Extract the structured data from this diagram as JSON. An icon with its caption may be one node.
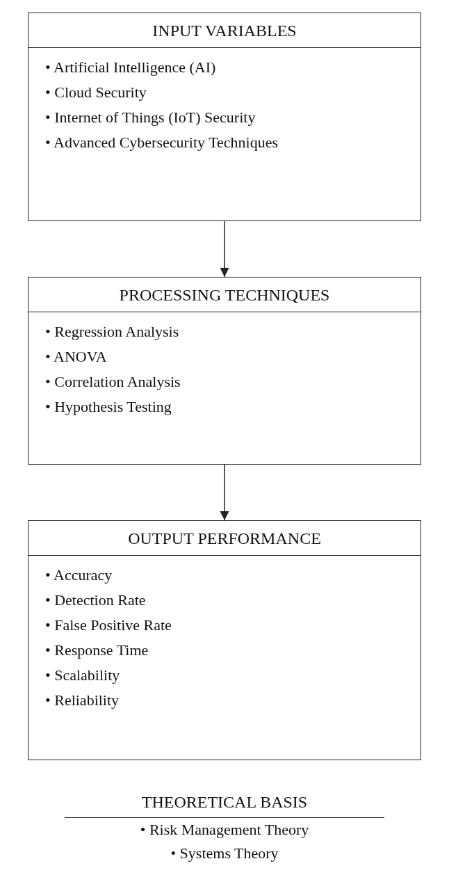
{
  "diagram": {
    "nodes": [
      {
        "text": [
          "INPUT VARIABLES",
          "• Artificial Intelligence (AI)",
          "• Cloud Security",
          "• Internet of Things (IoT) Security",
          "• Advanced Cybersecurity Techniques"
        ]
      },
      {
        "text": [
          "PROCESSING TECHNIQUES",
          "• Regression Analysis",
          "• ANOVA",
          "• Correlation Analysis",
          "• Hypothesis Testing"
        ]
      },
      {
        "text": [
          "OUTPUT PERFORMANCE",
          "• Accuracy",
          "• Detection Rate",
          "• False Positive Rate",
          "• Response Time",
          "• Scalability",
          "• Reliability"
        ]
      }
    ],
    "edges": [
      {
        "from": 0,
        "to": 1,
        "arrow": "to"
      },
      {
        "from": 1,
        "to": 2,
        "arrow": "to"
      }
    ],
    "labels": [
      "THEORETICAL BASIS",
      "• Risk Management Theory",
      "• Systems Theory"
    ]
  }
}
